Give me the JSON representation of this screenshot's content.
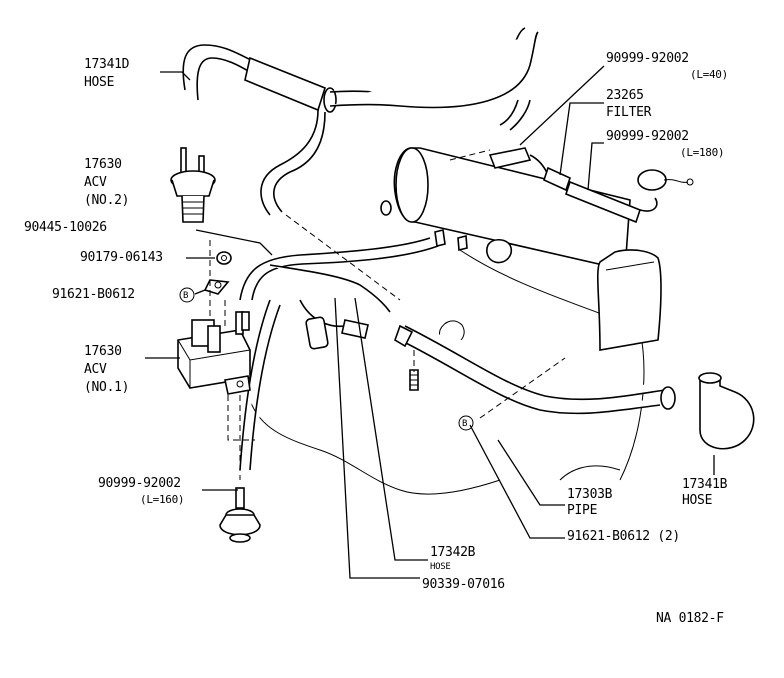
{
  "callouts": {
    "hose_17341d": {
      "part_no": "17341D",
      "name": "HOSE"
    },
    "acv_no2": {
      "part_no": "17630",
      "name": "ACV",
      "note": "(NO.2)"
    },
    "gasket_90445": {
      "part_no": "90445-10026"
    },
    "nut_90179": {
      "part_no": "90179-06143"
    },
    "bolt_91621_left": {
      "part_no": "91621-B0612",
      "marker": "B"
    },
    "acv_no1": {
      "part_no": "17630",
      "name": "ACV",
      "note": "(NO.1)"
    },
    "hose_left_90999": {
      "part_no": "90999-92002",
      "note": "(L=160)"
    },
    "hose_17342b": {
      "part_no": "17342B",
      "name": "HOSE"
    },
    "clip_90339": {
      "part_no": "90339-07016"
    },
    "hose_top_90999": {
      "part_no": "90999-92002",
      "note": "(L=40)"
    },
    "filter_23265": {
      "part_no": "23265",
      "name": "FILTER"
    },
    "hose_right_90999": {
      "part_no": "90999-92002",
      "note": "(L=180)"
    },
    "pipe_17303b": {
      "part_no": "17303B",
      "name": "PIPE"
    },
    "bolt_91621_right": {
      "part_no": "91621-B0612 (2)",
      "marker": "B"
    },
    "hose_17341b": {
      "part_no": "17341B",
      "name": "HOSE"
    }
  },
  "figure_code": "NA 0182-F"
}
